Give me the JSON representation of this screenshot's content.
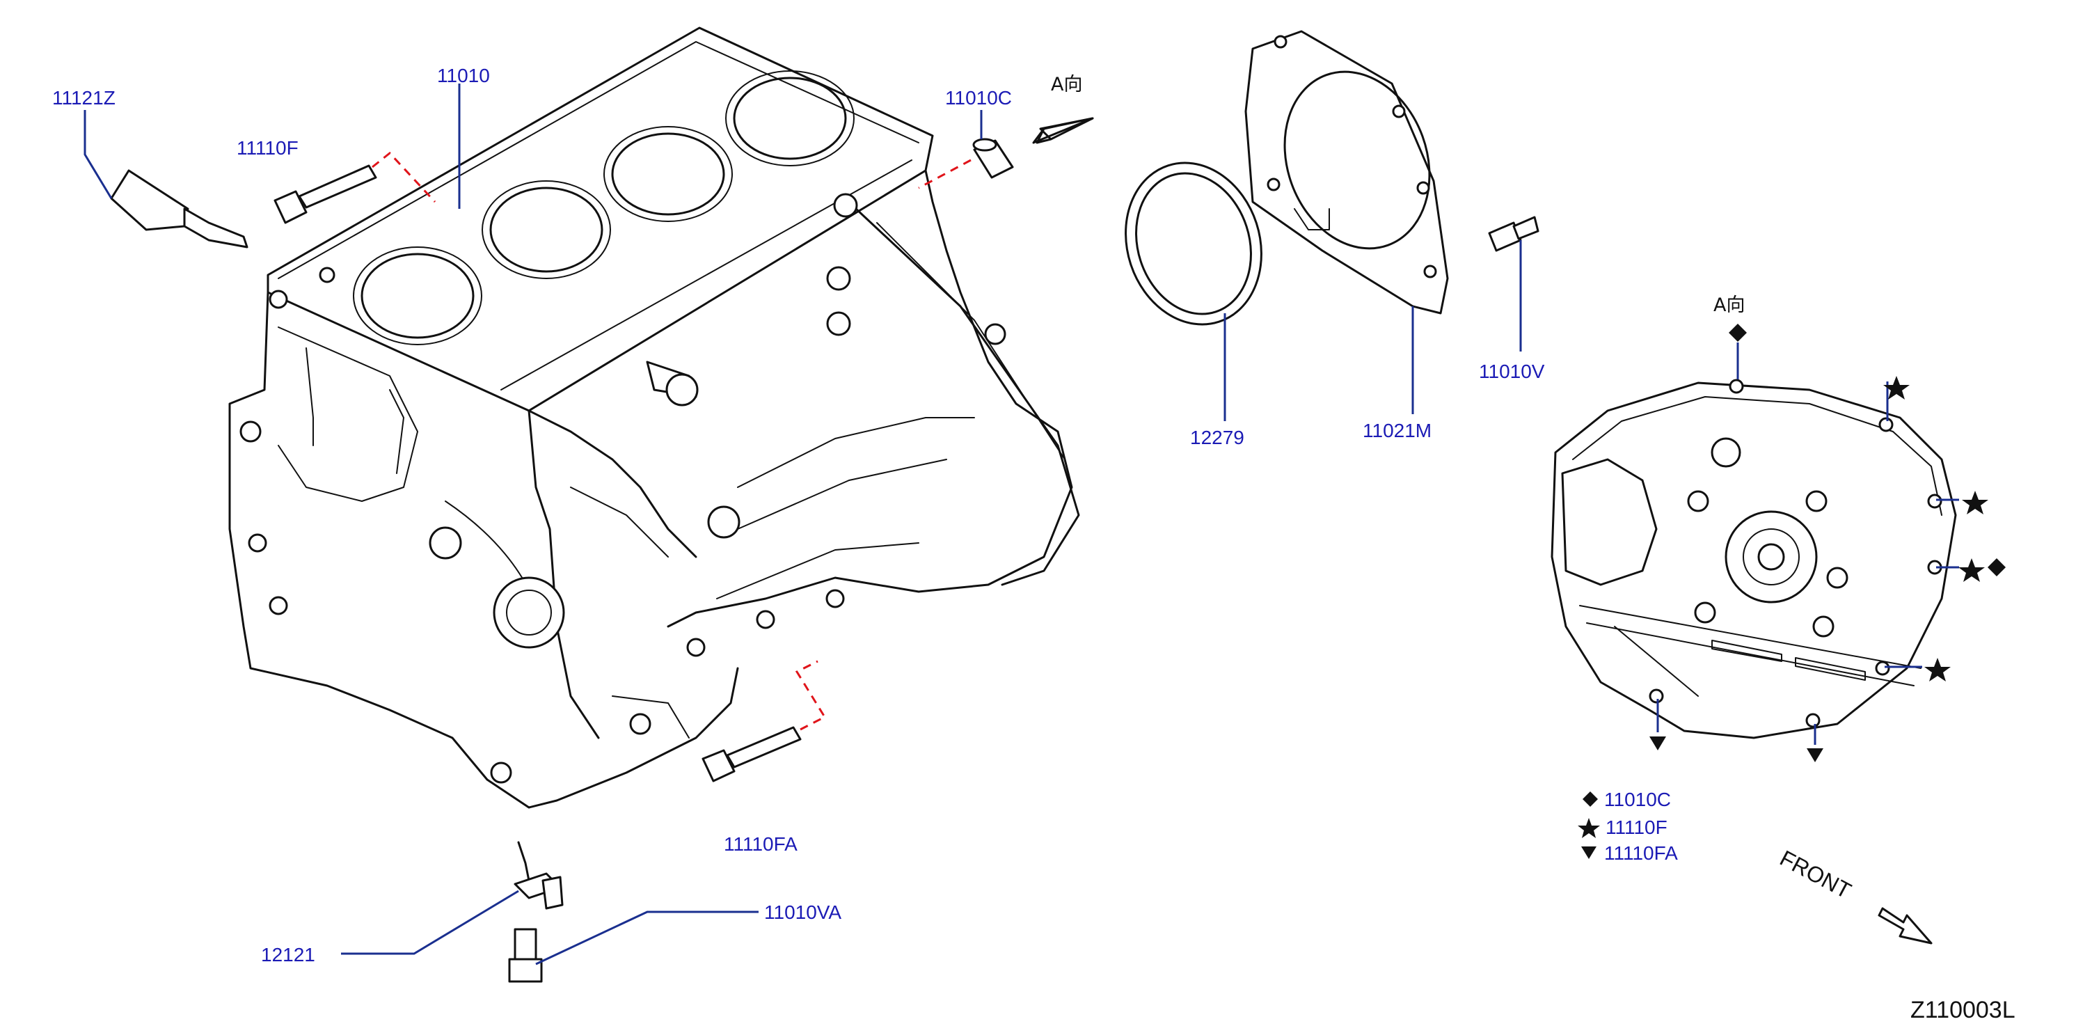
{
  "colors": {
    "label": "#1b1bb5",
    "leader": "#1a2f8f",
    "dashed": "#e0141a",
    "ink": "#111111"
  },
  "labels": {
    "p11121Z": "11121Z",
    "p11010": "11010",
    "p11110F": "11110F",
    "p11010C": "11010C",
    "p12279": "12279",
    "p11021M": "11021M",
    "p11010V": "11010V",
    "p11110FA": "11110FA",
    "p12121": "12121",
    "p11010VA": "11010VA"
  },
  "view_notes": {
    "arrow_view": "A向",
    "rear_view": "A向"
  },
  "legend": [
    {
      "symbol": "diamond",
      "label": "11010C"
    },
    {
      "symbol": "star",
      "label": "11110F"
    },
    {
      "symbol": "triangle-down",
      "label": "11110FA"
    }
  ],
  "front_text": "FRONT",
  "diagram_code": "Z110003L"
}
